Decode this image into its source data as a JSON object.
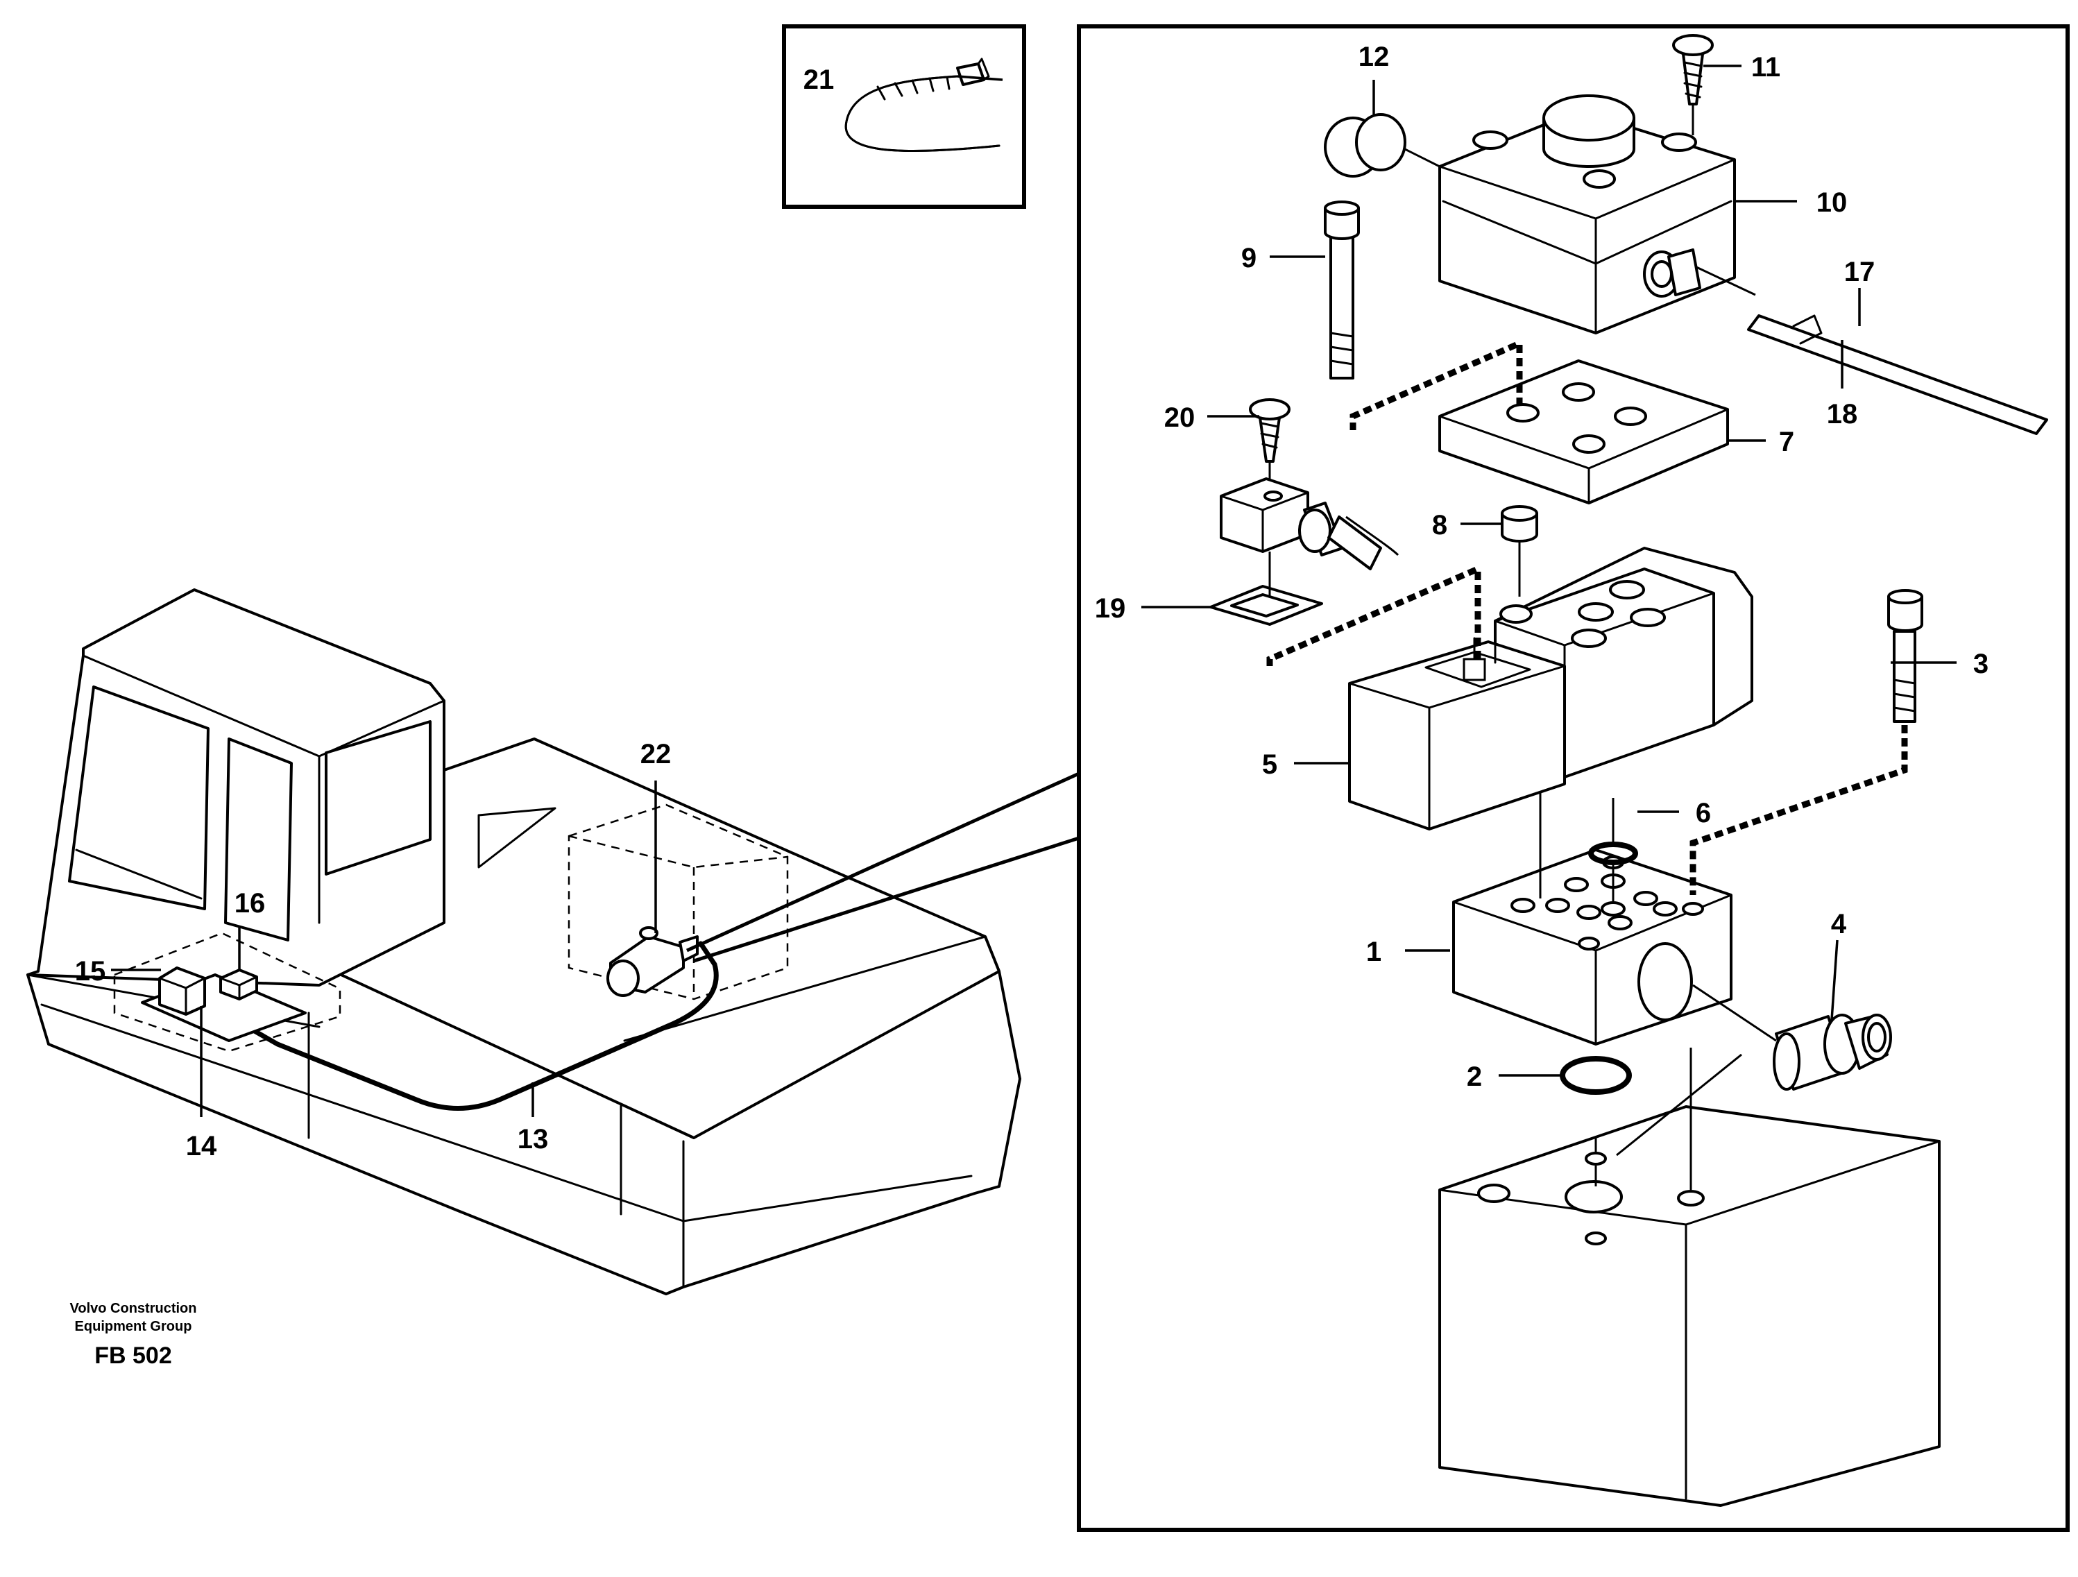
{
  "callouts": {
    "c1": "1",
    "c2": "2",
    "c3": "3",
    "c4": "4",
    "c5": "5",
    "c6": "6",
    "c7": "7",
    "c8": "8",
    "c9": "9",
    "c10": "10",
    "c11": "11",
    "c12": "12",
    "c13": "13",
    "c14": "14",
    "c15": "15",
    "c16": "16",
    "c17": "17",
    "c18": "18",
    "c19": "19",
    "c20": "20",
    "c21": "21",
    "c22": "22"
  },
  "footer": {
    "company_line1": "Volvo Construction",
    "company_line2": "Equipment Group",
    "figure_code": "FB 502"
  }
}
